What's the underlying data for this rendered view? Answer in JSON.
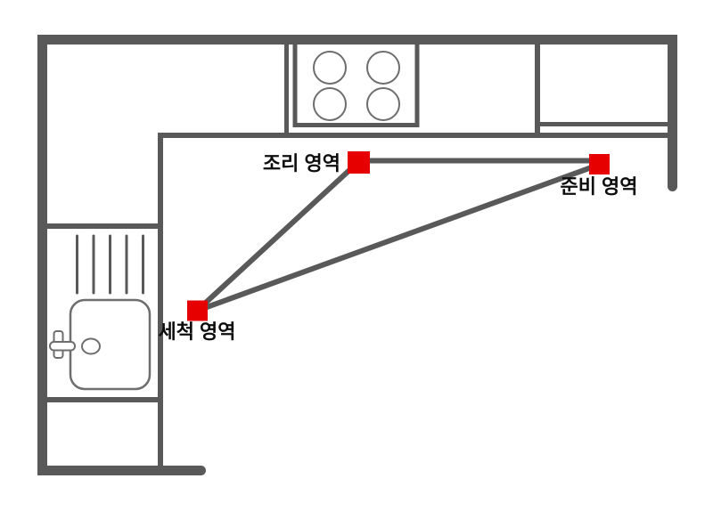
{
  "colors": {
    "background": "#ffffff",
    "wall_gray": "#595959",
    "fixture_gray": "#6e6e6e",
    "marker_red": "#e60000",
    "label_color": "#0d0d0d"
  },
  "diagram": {
    "type": "kitchen-floor-plan-work-triangle",
    "areas": {
      "cooking": {
        "label": "조리 영역"
      },
      "prep": {
        "label": "준비 영역"
      },
      "washing": {
        "label": "세척 영역"
      }
    },
    "triangle_edges": [
      "cooking-prep",
      "cooking-washing",
      "washing-prep"
    ],
    "fixtures": [
      "walls",
      "counters",
      "stove-four-burners",
      "sink",
      "faucet",
      "drain",
      "dish-rack"
    ]
  }
}
